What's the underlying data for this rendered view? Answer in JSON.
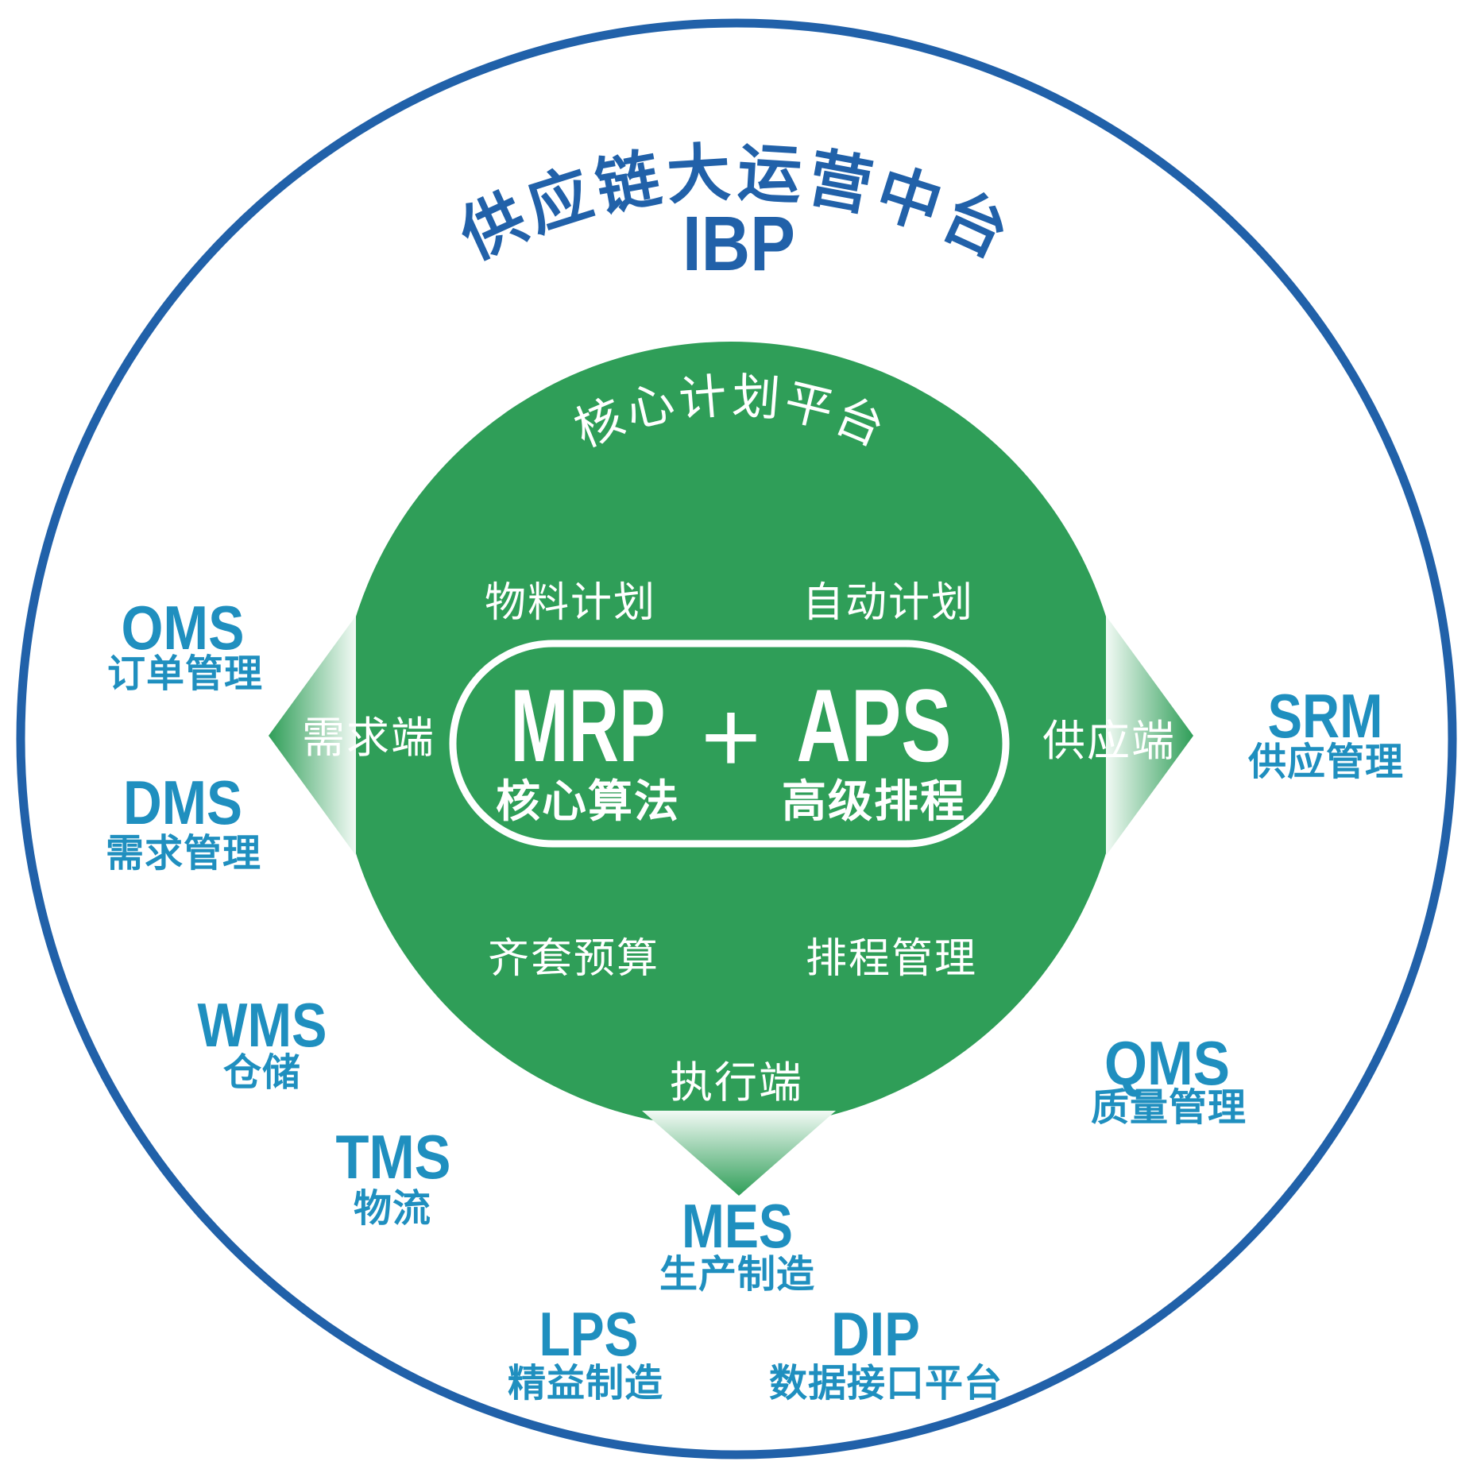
{
  "title": {
    "arc": "供应链大运营中台",
    "acronym": "IBP"
  },
  "core_circle": {
    "label": "核心计划平台",
    "modules": {
      "top_left": "物料计划",
      "top_right": "自动计划",
      "bottom_left": "齐套预算",
      "bottom_right": "排程管理"
    },
    "engine": {
      "left_acronym": "MRP",
      "left_label": "核心算法",
      "plus": "+",
      "right_acronym": "APS",
      "right_label": "高级排程"
    },
    "ports": {
      "demand": "需求端",
      "supply": "供应端",
      "execution": "执行端"
    }
  },
  "systems": [
    {
      "acronym": "OMS",
      "label": "订单管理"
    },
    {
      "acronym": "DMS",
      "label": "需求管理"
    },
    {
      "acronym": "WMS",
      "label": "仓储"
    },
    {
      "acronym": "TMS",
      "label": "物流"
    },
    {
      "acronym": "MES",
      "label": "生产制造"
    },
    {
      "acronym": "LPS",
      "label": "精益制造"
    },
    {
      "acronym": "DIP",
      "label": "数据接口平台"
    },
    {
      "acronym": "SRM",
      "label": "供应管理"
    },
    {
      "acronym": "QMS",
      "label": "质量管理"
    }
  ],
  "colors": {
    "blue": "#2161a9",
    "teal": "#1f8fbf",
    "green": "#2f9e58",
    "gradient_light": "#f2faf5",
    "white": "#ffffff"
  }
}
